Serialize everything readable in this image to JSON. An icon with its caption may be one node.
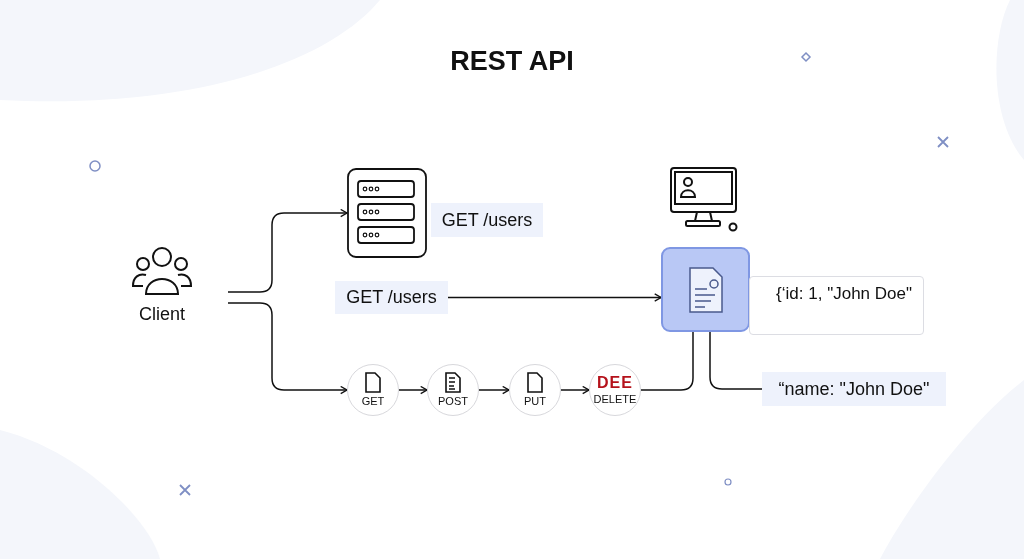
{
  "diagram": {
    "title": "REST API",
    "nodes": [
      {
        "text": [
          "Client"
        ]
      },
      {
        "text": [],
        "shape": "picture"
      },
      {
        "text": [
          "GET /users"
        ]
      },
      {
        "text": [
          "GET /users"
        ]
      },
      {
        "text": [
          "GET"
        ]
      },
      {
        "text": [
          "POST"
        ]
      },
      {
        "text": [
          "PUT"
        ]
      },
      {
        "text": [
          "DEE",
          "DELETE"
        ]
      },
      {
        "text": [],
        "shape": "box"
      },
      {
        "text": [
          "{‘id: 1, \"John Doe\""
        ]
      },
      {
        "text": [
          "“name: \"John Doe\""
        ]
      }
    ],
    "edges": [
      {
        "from": 0,
        "to": 1,
        "arrow": "to"
      },
      {
        "from": 0,
        "to": 4,
        "arrow": "to"
      },
      {
        "from": 4,
        "to": 5,
        "arrow": "to"
      },
      {
        "from": 5,
        "to": 6,
        "arrow": "to"
      },
      {
        "from": 6,
        "to": 7,
        "arrow": "to"
      },
      {
        "from": 3,
        "to": 8,
        "arrow": "to"
      },
      {
        "from": 7,
        "to": 8,
        "arrow": "none"
      },
      {
        "from": 8,
        "to": 10,
        "arrow": "none"
      }
    ]
  }
}
